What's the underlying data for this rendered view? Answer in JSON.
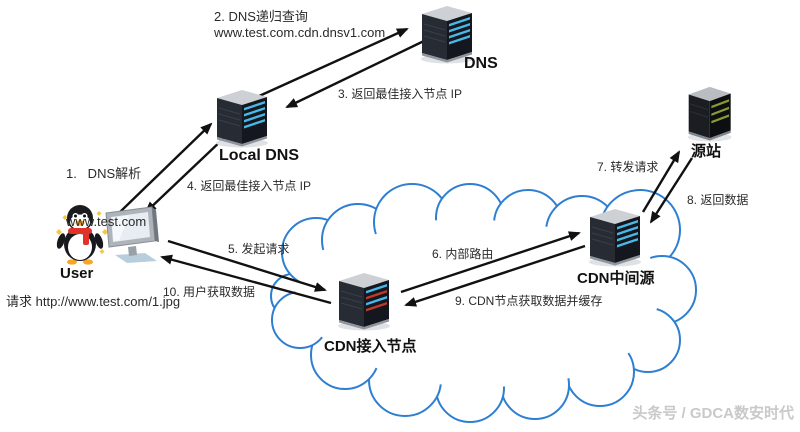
{
  "diagram": {
    "nodes": {
      "user": "User",
      "user_request": "请求 http://www.test.com/1.jpg",
      "local_dns": "Local DNS",
      "dns": "DNS",
      "cdn_edge": "CDN接入节点",
      "cdn_mid": "CDN中间源",
      "origin": "源站"
    },
    "steps": {
      "s1": "1.   DNS解析",
      "s1_sub": "www.test.com",
      "s2": "2. DNS递归查询",
      "s2_sub": "www.test.com.cdn.dnsv1.com",
      "s3": "3. 返回最佳接入节点 IP",
      "s4": "4. 返回最佳接入节点 IP",
      "s5": "5. 发起请求",
      "s6": "6. 内部路由",
      "s7": "7. 转发请求",
      "s8": "8. 返回数据",
      "s9": "9. CDN节点获取数据并缓存",
      "s10": "10. 用户获取数据"
    },
    "watermark": "头条号 / GDCA数安时代",
    "colors": {
      "cloud_outline": "#2e7fd1",
      "arrow": "#111111",
      "server_led_blue": "#49b8e8",
      "server_led_red": "#c0392b",
      "origin_led_green": "#8a9a35",
      "penguin_scarf": "#e23128",
      "watermark_gray": "#c9c9c9"
    }
  }
}
